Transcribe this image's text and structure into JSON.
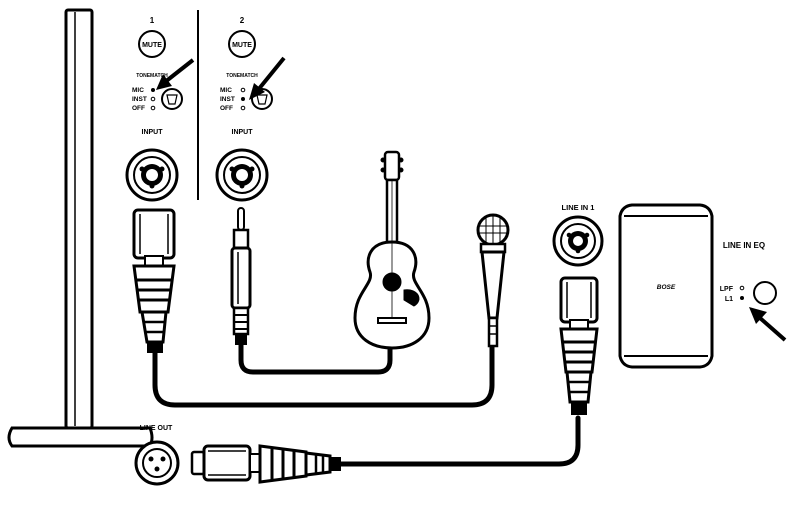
{
  "channels": [
    {
      "number": "1",
      "mute_label": "MUTE",
      "tonematch_label": "TONEMATCH",
      "modes": [
        "MIC",
        "INST",
        "OFF"
      ],
      "selected_mode": "MIC",
      "input_label": "INPUT"
    },
    {
      "number": "2",
      "mute_label": "MUTE",
      "tonematch_label": "TONEMATCH",
      "modes": [
        "MIC",
        "INST",
        "OFF"
      ],
      "selected_mode": "INST",
      "input_label": "INPUT"
    }
  ],
  "line_in": {
    "label": "LINE IN 1"
  },
  "line_in_eq": {
    "label": "LINE IN EQ",
    "options": [
      "LPF",
      "L1"
    ],
    "selected": "L1"
  },
  "line_out": {
    "label": "LINE OUT"
  },
  "speaker": {
    "brand": "BOSE"
  }
}
